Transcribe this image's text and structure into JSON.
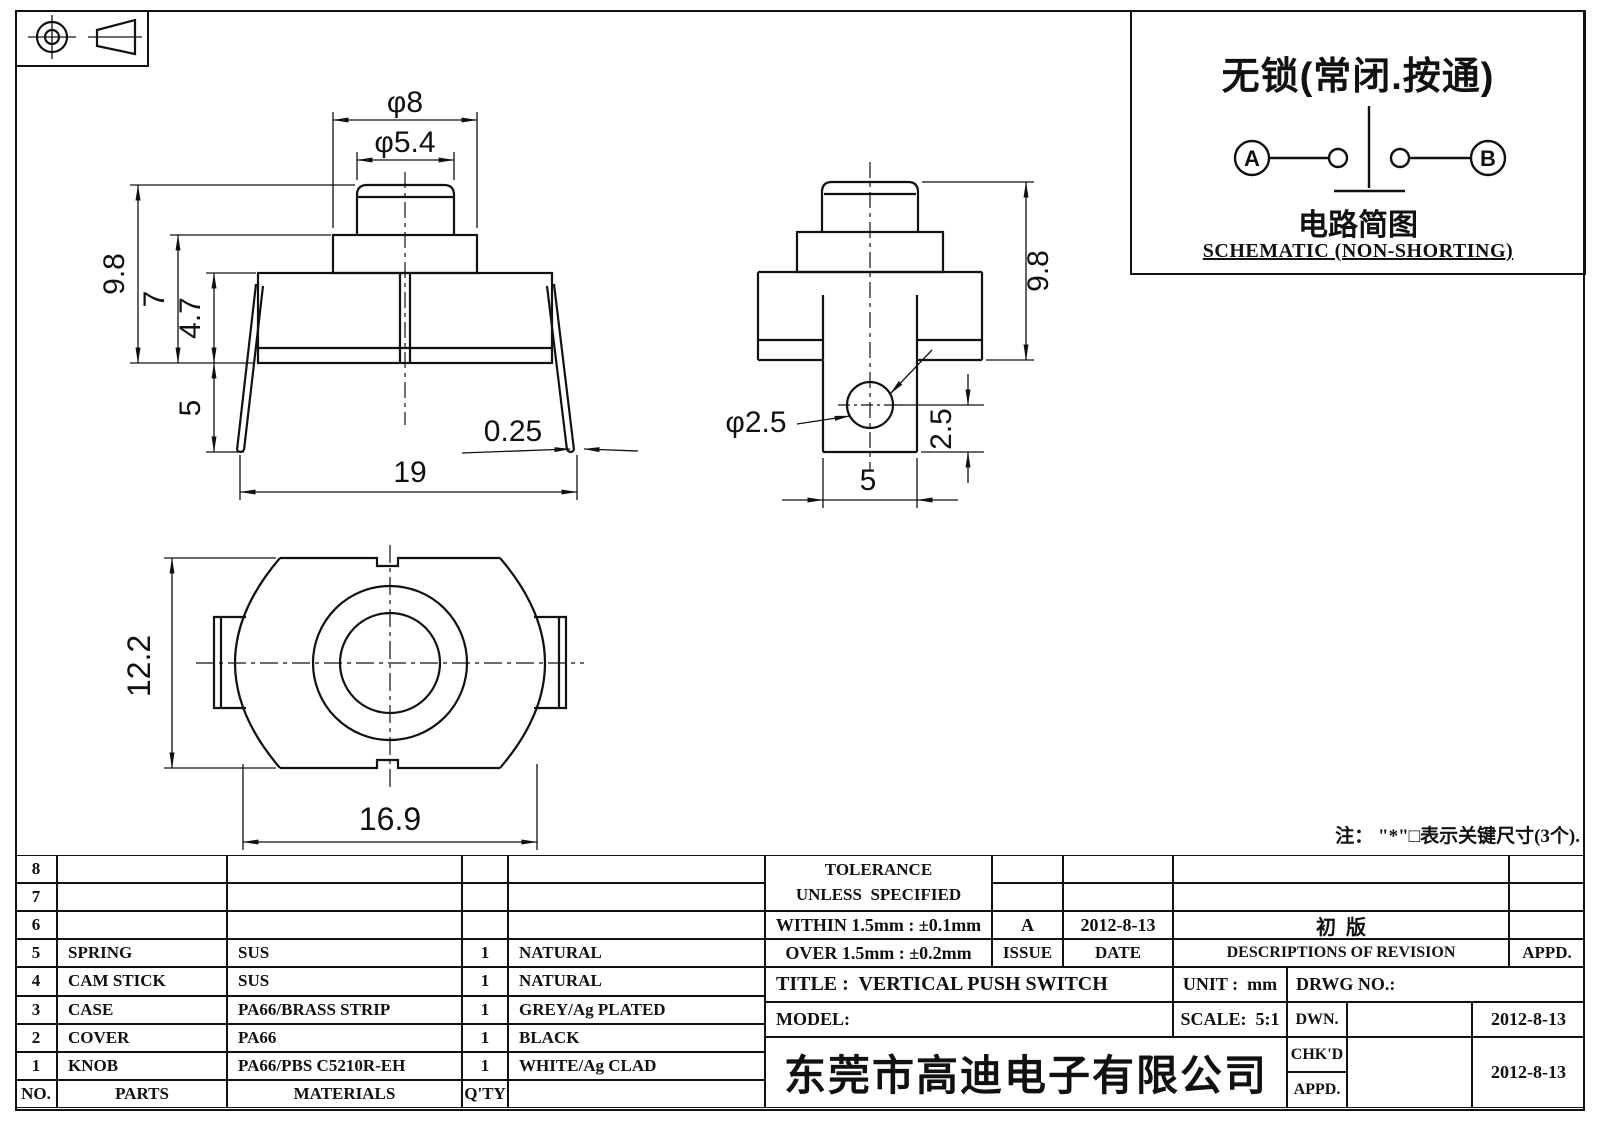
{
  "schematic": {
    "title": "无锁(常闭.按通)",
    "terminal_a": "A",
    "terminal_b": "B",
    "caption_cn": "电路简图",
    "caption_en": "SCHEMATIC (NON-SHORTING)"
  },
  "note": "注： \"*\"□表示关键尺寸(3个).",
  "dimensions": {
    "front": {
      "knob_outer_dia": "φ8",
      "knob_top_dia": "φ5.4",
      "total_height": "9.8",
      "height_upper": "7",
      "case_height": "4.7",
      "leg_length": "5",
      "body_width": "19",
      "leg_thickness": "0.25"
    },
    "side": {
      "total_height": "9.8",
      "hole_dia": "φ2.5",
      "hole_to_bottom": "2.5",
      "tab_width": "5"
    },
    "bottom": {
      "body_depth": "12.2",
      "body_width": "16.9"
    }
  },
  "parts_table": {
    "headers": {
      "no": "NO.",
      "parts": "PARTS",
      "materials": "MATERIALS",
      "qty": "Q'TY",
      "color": ""
    },
    "rows": [
      {
        "no": "8",
        "parts": "",
        "materials": "",
        "qty": "",
        "color": ""
      },
      {
        "no": "7",
        "parts": "",
        "materials": "",
        "qty": "",
        "color": ""
      },
      {
        "no": "6",
        "parts": "",
        "materials": "",
        "qty": "",
        "color": ""
      },
      {
        "no": "5",
        "parts": "SPRING",
        "materials": "SUS",
        "qty": "1",
        "color": "NATURAL"
      },
      {
        "no": "4",
        "parts": "CAM STICK",
        "materials": "SUS",
        "qty": "1",
        "color": "NATURAL"
      },
      {
        "no": "3",
        "parts": "CASE",
        "materials": "PA66/BRASS STRIP",
        "qty": "1",
        "color": "GREY/Ag PLATED"
      },
      {
        "no": "2",
        "parts": "COVER",
        "materials": "PA66",
        "qty": "1",
        "color": "BLACK"
      },
      {
        "no": "1",
        "parts": "KNOB",
        "materials": "PA66/PBS C5210R-EH",
        "qty": "1",
        "color": "WHITE/Ag CLAD"
      }
    ]
  },
  "revision_block": {
    "tolerance_title": "TOLERANCE",
    "tolerance_subtitle": "UNLESS  SPECIFIED",
    "within": "WITHIN 1.5mm : ±0.1mm",
    "over": "OVER 1.5mm : ±0.2mm",
    "issue_value": "A",
    "issue_label": "ISSUE",
    "date_value": "2012-8-13",
    "date_label": "DATE",
    "description_value": "初  版",
    "description_label": "DESCRIPTIONS OF REVISION",
    "appd_label": "APPD."
  },
  "title_block": {
    "title": "TITLE :  VERTICAL PUSH SWITCH",
    "unit": "UNIT :  mm",
    "drwg_no": "DRWG NO.:",
    "model": "MODEL:",
    "scale": "SCALE:  5:1",
    "dwn_label": "DWN.",
    "dwn_date": "2012-8-13",
    "chkd_label": "CHK'D",
    "chkd_date": "2012-8-13",
    "appd_label": "APPD.",
    "company": "东莞市高迪电子有限公司"
  }
}
